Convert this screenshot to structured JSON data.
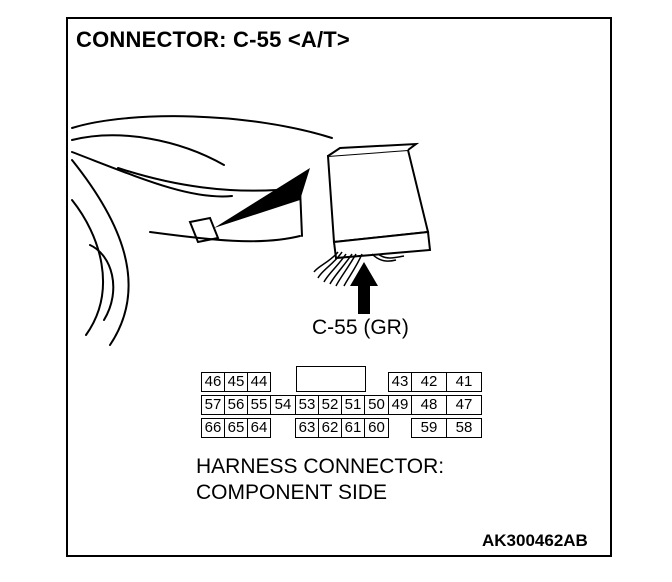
{
  "title": "CONNECTOR: C-55 <A/T>",
  "connector_label": "C-55 (GR)",
  "pins": {
    "row1": [
      "46",
      "45",
      "44",
      "43",
      "42",
      "41"
    ],
    "row2": [
      "57",
      "56",
      "55",
      "54",
      "53",
      "52",
      "51",
      "50",
      "49",
      "48",
      "47"
    ],
    "row3": [
      "66",
      "65",
      "64",
      "63",
      "62",
      "61",
      "60",
      "59",
      "58"
    ]
  },
  "caption": {
    "line1": "HARNESS CONNECTOR:",
    "line2": "COMPONENT SIDE"
  },
  "figure_code": "AK300462AB"
}
